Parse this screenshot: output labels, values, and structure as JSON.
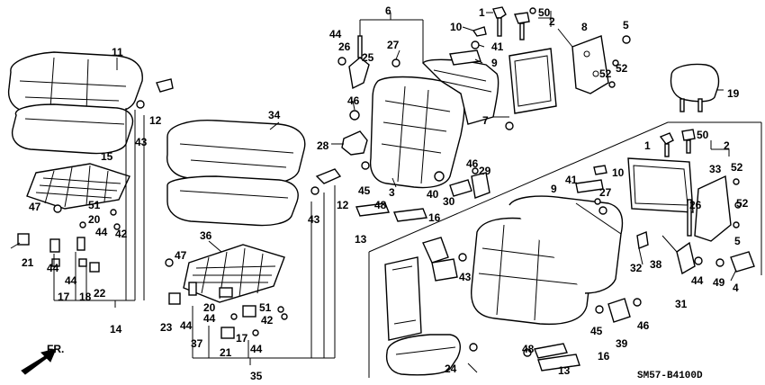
{
  "diagram": {
    "code": "SM57-B4100D",
    "direction_label": "FR.",
    "labels": [
      {
        "id": "l11",
        "text": "11"
      },
      {
        "id": "l12a",
        "text": "12"
      },
      {
        "id": "l43a",
        "text": "43"
      },
      {
        "id": "l15",
        "text": "15"
      },
      {
        "id": "l47a",
        "text": "47"
      },
      {
        "id": "l51a",
        "text": "51"
      },
      {
        "id": "l20a",
        "text": "20"
      },
      {
        "id": "l42a",
        "text": "42"
      },
      {
        "id": "l44a",
        "text": "44"
      },
      {
        "id": "l44b",
        "text": "44"
      },
      {
        "id": "l44c",
        "text": "44"
      },
      {
        "id": "l21a",
        "text": "21"
      },
      {
        "id": "l17a",
        "text": "17"
      },
      {
        "id": "l18",
        "text": "18"
      },
      {
        "id": "l22",
        "text": "22"
      },
      {
        "id": "l14",
        "text": "14"
      },
      {
        "id": "l34",
        "text": "34"
      },
      {
        "id": "l36",
        "text": "36"
      },
      {
        "id": "l47b",
        "text": "47"
      },
      {
        "id": "l20b",
        "text": "20"
      },
      {
        "id": "l44d",
        "text": "44"
      },
      {
        "id": "l44e",
        "text": "44"
      },
      {
        "id": "l44f",
        "text": "44"
      },
      {
        "id": "l51b",
        "text": "51"
      },
      {
        "id": "l42b",
        "text": "42"
      },
      {
        "id": "l17b",
        "text": "17"
      },
      {
        "id": "l23",
        "text": "23"
      },
      {
        "id": "l21b",
        "text": "21"
      },
      {
        "id": "l37",
        "text": "37"
      },
      {
        "id": "l35",
        "text": "35"
      },
      {
        "id": "l6",
        "text": "6"
      },
      {
        "id": "l44g",
        "text": "44"
      },
      {
        "id": "l26a",
        "text": "26"
      },
      {
        "id": "l25",
        "text": "25"
      },
      {
        "id": "l27a",
        "text": "27"
      },
      {
        "id": "l46a",
        "text": "46"
      },
      {
        "id": "l28",
        "text": "28"
      },
      {
        "id": "l3",
        "text": "3"
      },
      {
        "id": "l45a",
        "text": "45"
      },
      {
        "id": "l43b",
        "text": "43"
      },
      {
        "id": "l12b",
        "text": "12"
      },
      {
        "id": "l48a",
        "text": "48"
      },
      {
        "id": "l13a",
        "text": "13"
      },
      {
        "id": "l16a",
        "text": "16"
      },
      {
        "id": "l40",
        "text": "40"
      },
      {
        "id": "l30",
        "text": "30"
      },
      {
        "id": "l46b",
        "text": "46"
      },
      {
        "id": "l29",
        "text": "29"
      },
      {
        "id": "l1a",
        "text": "1"
      },
      {
        "id": "l50a",
        "text": "50"
      },
      {
        "id": "l2a",
        "text": "2"
      },
      {
        "id": "l10a",
        "text": "10"
      },
      {
        "id": "l41a",
        "text": "41"
      },
      {
        "id": "l9a",
        "text": "9"
      },
      {
        "id": "l7",
        "text": "7"
      },
      {
        "id": "l8",
        "text": "8"
      },
      {
        "id": "l5a",
        "text": "5"
      },
      {
        "id": "l52a",
        "text": "52"
      },
      {
        "id": "l52b",
        "text": "52"
      },
      {
        "id": "l19",
        "text": "19"
      },
      {
        "id": "l1b",
        "text": "1"
      },
      {
        "id": "l50b",
        "text": "50"
      },
      {
        "id": "l2b",
        "text": "2"
      },
      {
        "id": "l10b",
        "text": "10"
      },
      {
        "id": "l41b",
        "text": "41"
      },
      {
        "id": "l9b",
        "text": "9"
      },
      {
        "id": "l27b",
        "text": "27"
      },
      {
        "id": "l33",
        "text": "33"
      },
      {
        "id": "l52c",
        "text": "52"
      },
      {
        "id": "l26b",
        "text": "26"
      },
      {
        "id": "l52d",
        "text": "52"
      },
      {
        "id": "l5b",
        "text": "5"
      },
      {
        "id": "l32",
        "text": "32"
      },
      {
        "id": "l38",
        "text": "38"
      },
      {
        "id": "l44h",
        "text": "44"
      },
      {
        "id": "l49",
        "text": "49"
      },
      {
        "id": "l4",
        "text": "4"
      },
      {
        "id": "l31",
        "text": "31"
      },
      {
        "id": "l43c",
        "text": "43"
      },
      {
        "id": "l45b",
        "text": "45"
      },
      {
        "id": "l39",
        "text": "39"
      },
      {
        "id": "l46c",
        "text": "46"
      },
      {
        "id": "l48b",
        "text": "48"
      },
      {
        "id": "l16b",
        "text": "16"
      },
      {
        "id": "l13b",
        "text": "13"
      },
      {
        "id": "l24",
        "text": "24"
      }
    ]
  }
}
